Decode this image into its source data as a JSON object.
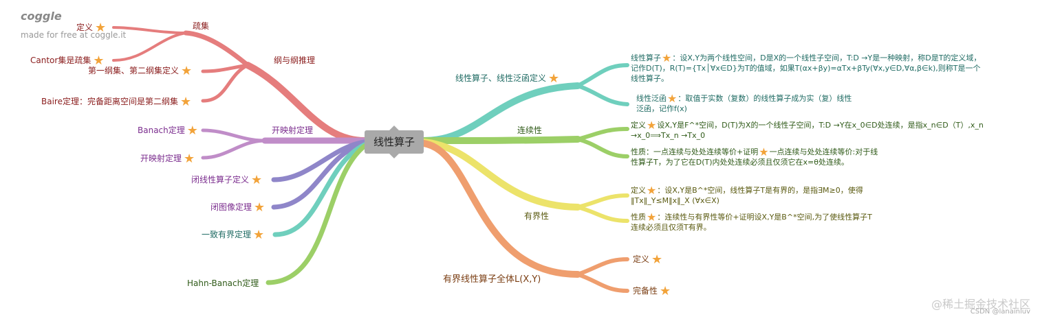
{
  "brand": {
    "name": "coggle",
    "tagline": "made for free at coggle.it"
  },
  "center": "线性算子",
  "left": {
    "sparse_set": {
      "label": "疏集",
      "children": [
        "定义",
        "Cantor集是疏集"
      ]
    },
    "baire": {
      "label": "纲与纲推理",
      "children": [
        "第一纲集、第二纲集定义",
        "Baire定理：完备距离空间是第二纲集"
      ]
    },
    "open_mapping": {
      "label": "开映射定理",
      "children": [
        "Banach定理",
        "开映射定理"
      ]
    },
    "closed_op": "闭线性算子定义",
    "closed_graph": "闭图像定理",
    "uniform_bound": "一致有界定理",
    "hahn_banach": "Hahn-Banach定理"
  },
  "right": {
    "definitions": {
      "label": "线性算子、线性泛函定义",
      "op_title": "线性算子",
      "op_text": "：设X,Y为两个线性空间，D是X的一个线性子空间，T:D →Y是一种映射，称D是T的定义域，记作D(T)，R(T)={Tx│∀x∈D}为T的值域，如果T(αx+βy)=αTx+βTy(∀x,y∈D,∀α,β∈k),则称T是一个线性算子。",
      "func_title": "线性泛函",
      "func_text": "：取值于实数（复数）的线性算子成为实（复）线性泛函，记作f(x)"
    },
    "continuity": {
      "label": "连续性",
      "def_title": "定义",
      "def_text": "设X,Y是F^*空间，D(T)为X的一个线性子空间，T:D →Y在x_0∈D处连续，是指x_n∈D（T）,x_n →x_0⟹Tx_n →Tx_0",
      "prop_title": "性质",
      "prop_a": "：一点连续与处处连续等价+证明",
      "prop_b": "一点连续与处处连续等价:对于线性算子T，为了它在D(T)内处处连续必须且仅须它在x=θ处连续。"
    },
    "boundedness": {
      "label": "有界性",
      "def_title": "定义",
      "def_text": "：设X,Y是B^*空间，线性算子T是有界的，是指∃M≥0，使得‖Tx‖_Y≤M‖x‖_X (∀x∈X)",
      "prop_title": "性质",
      "prop_text": "：连续性与有界性等价+证明设X,Y是B^*空间,为了使线性算子T连续必须且仅须T有界。"
    },
    "space": {
      "label": "有界线性算子全体L(X,Y)",
      "children": [
        "定义",
        "完备性"
      ]
    }
  },
  "watermark": {
    "site": "@稀土掘金技术社区",
    "author": "CSDN @lanainluv"
  },
  "colors": {
    "red": "#e57d7d",
    "purple": "#c08dc8",
    "violet": "#8f86c9",
    "teal": "#6fcfbd",
    "green": "#9ccf67",
    "yellow": "#ece36a",
    "orange": "#ef9e6e",
    "star": "#f2a33a"
  }
}
